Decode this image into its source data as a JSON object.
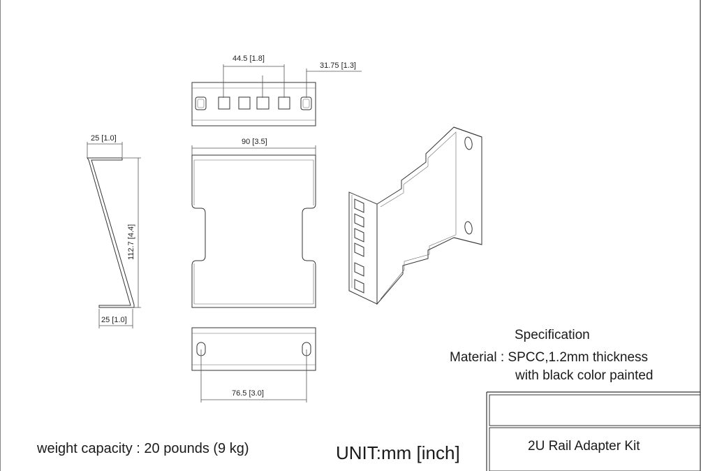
{
  "dimensions": {
    "top_hole_pitch": "44.5 [1.8]",
    "top_edge_offset": "31.75 [1.3]",
    "width": "90 [3.5]",
    "flange_top": "25 [1.0]",
    "height": "112.7 [4.4]",
    "flange_bottom": "25 [1.0]",
    "slot_spacing": "76.5 [3.0]"
  },
  "specification": {
    "title": "Specification",
    "material_line": "Material : SPCC,1.2mm thickness",
    "finish_line": "with black color painted"
  },
  "weight_capacity": "weight capacity : 20 pounds (9 kg)",
  "unit": "UNIT:mm [inch]",
  "title_block": {
    "row1": "",
    "product_name": "2U Rail  Adapter Kit"
  }
}
